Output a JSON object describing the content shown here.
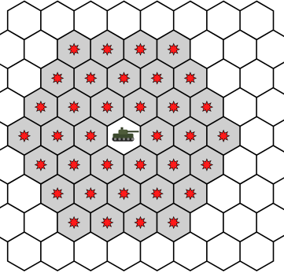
{
  "board": {
    "rows": [
      {
        "offset": 1,
        "cells": [
          "white",
          "white",
          "white",
          "white",
          "white",
          "white",
          "white",
          "white"
        ]
      },
      {
        "offset": 0,
        "cells": [
          "white",
          "white",
          "gray",
          "gray",
          "gray",
          "gray",
          "white",
          "white",
          "white"
        ]
      },
      {
        "offset": 1,
        "cells": [
          "white",
          "gray",
          "gray",
          "gray",
          "gray",
          "gray",
          "white",
          "white"
        ]
      },
      {
        "offset": 0,
        "cells": [
          "white",
          "gray",
          "gray",
          "gray",
          "gray",
          "gray",
          "gray",
          "white",
          "white"
        ]
      },
      {
        "offset": 1,
        "cells": [
          "gray",
          "gray",
          "gray",
          "tank",
          "gray",
          "gray",
          "gray",
          "white"
        ]
      },
      {
        "offset": 0,
        "cells": [
          "white",
          "gray",
          "gray",
          "gray",
          "gray",
          "gray",
          "gray",
          "white",
          "white"
        ]
      },
      {
        "offset": 1,
        "cells": [
          "white",
          "gray",
          "gray",
          "gray",
          "gray",
          "gray",
          "white",
          "white"
        ]
      },
      {
        "offset": 0,
        "cells": [
          "white",
          "white",
          "gray",
          "gray",
          "gray",
          "gray",
          "white",
          "white",
          "white"
        ]
      },
      {
        "offset": 1,
        "cells": [
          "white",
          "white",
          "white",
          "white",
          "white",
          "white",
          "white",
          "white"
        ]
      }
    ],
    "legend": {
      "white": "empty-hex",
      "gray": "in-range-hex-with-explosion-icon",
      "tank": "hex-with-tank-unit"
    }
  },
  "colors": {
    "hex_fill": "#ffffff",
    "range_fill": "#cfcfcf",
    "hex_stroke": "#000000",
    "explosion_outer": "#ff1a1a",
    "explosion_inner": "#000000",
    "tank_body": "#3c4a2e"
  },
  "icons": {
    "range_marker": "explosion-icon",
    "unit": "tank-icon"
  }
}
